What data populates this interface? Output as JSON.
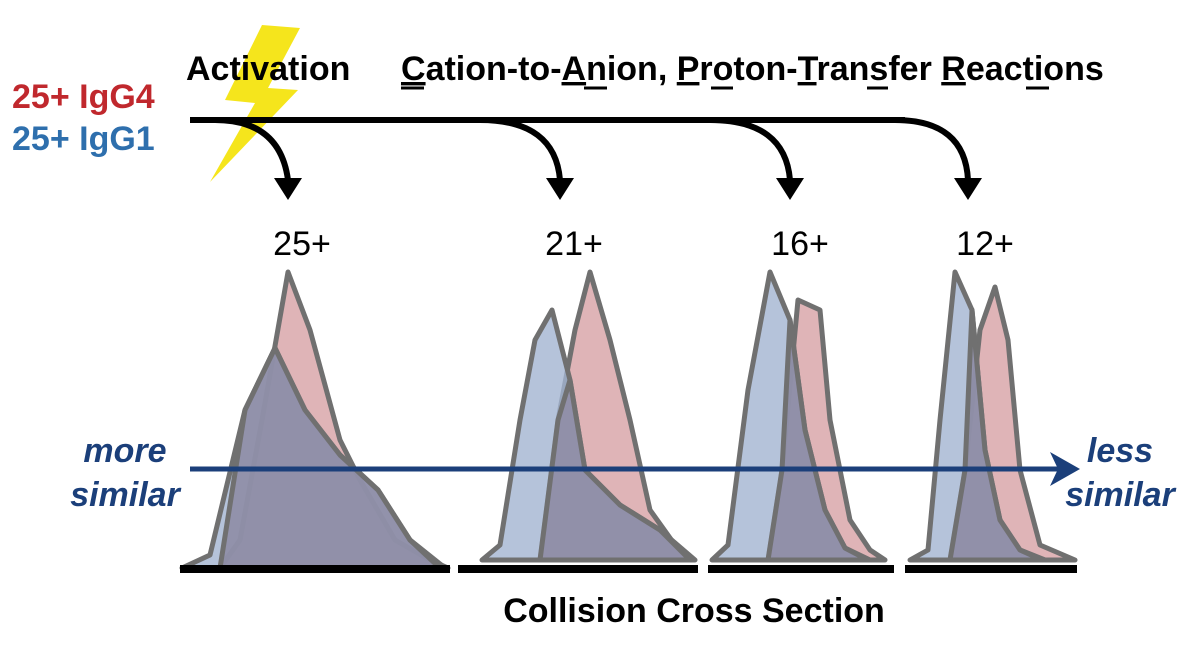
{
  "legend": {
    "igg4_label": "25+ IgG4",
    "igg1_label": "25+ IgG1"
  },
  "header": {
    "activation_label": "Activation",
    "reaction_prefix_letter_1": "C",
    "reaction_part_1": "ation-to-",
    "reaction_prefix_letter_2": "A",
    "reaction_part_2": "nion, ",
    "reaction_prefix_letter_3": "P",
    "reaction_part_3": "roton-",
    "reaction_prefix_letter_4": "T",
    "reaction_part_4": "ransfer ",
    "reaction_prefix_letter_5": "R",
    "reaction_part_5": "eactions"
  },
  "charge_states": [
    "25+",
    "21+",
    "16+",
    "12+"
  ],
  "similarity_axis": {
    "left_line_1": "more",
    "left_line_2": "similar",
    "right_line_1": "less",
    "right_line_2": "similar"
  },
  "x_axis_label": "Collision Cross Section",
  "colors": {
    "igg4": "#c0282d",
    "igg1": "#2e6fad",
    "similarity_arrow": "#1b3f7a",
    "lightning": "#f5e51c",
    "igg4_fill": "#d9a7aa",
    "igg1_fill": "#a3b4d1"
  },
  "icons": [
    "lightning-bolt-icon",
    "curved-arrow-icon"
  ]
}
